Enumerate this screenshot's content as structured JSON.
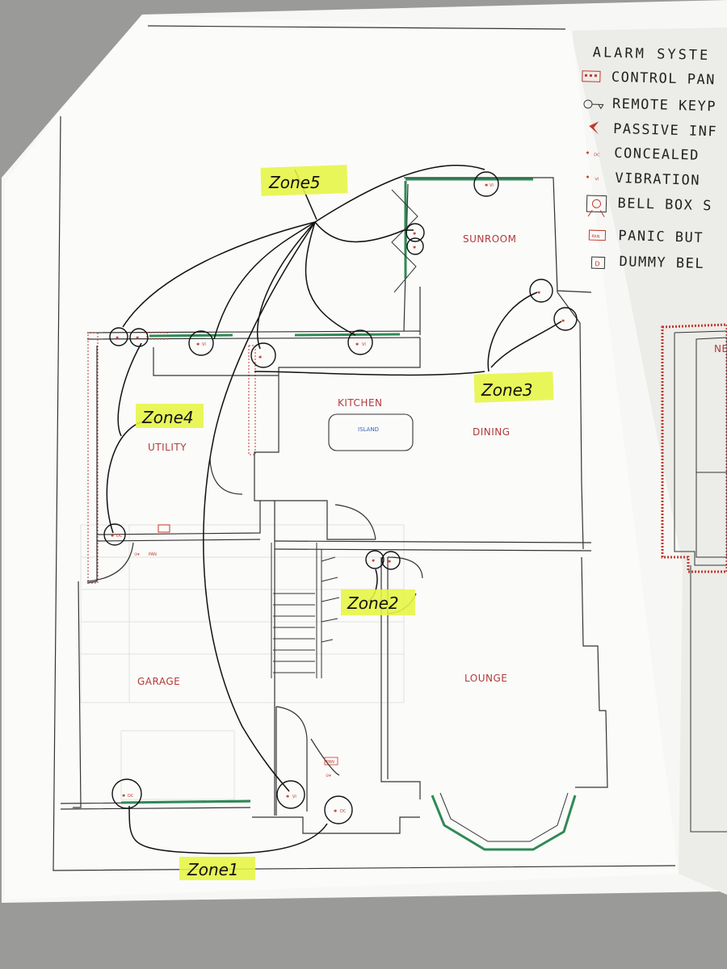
{
  "legend": {
    "title": "ALARM SYSTE",
    "items": [
      {
        "icon": "control-panel-icon",
        "label": "CONTROL PAN"
      },
      {
        "icon": "remote-keypad-icon",
        "label": "REMOTE KEYP"
      },
      {
        "icon": "passive-infrared-icon",
        "label": "PASSIVE INF"
      },
      {
        "icon": "concealed-contact-icon",
        "label": "CONCEALED"
      },
      {
        "icon": "vibration-sensor-icon",
        "label": "VIBRATION"
      },
      {
        "icon": "bell-box-icon",
        "label": "BELL BOX S"
      },
      {
        "icon": "panic-button-icon",
        "label": "PANIC BUT"
      },
      {
        "icon": "dummy-bell-icon",
        "label": "DUMMY BEL"
      }
    ]
  },
  "symbols": {
    "pan": "PAN",
    "dummy": "D",
    "dc": "DC",
    "vi": "VI"
  },
  "rooms": {
    "sunroom": "SUNROOM",
    "kitchen": "KITCHEN",
    "island": "ISLAND",
    "dining": "DINING",
    "utility": "UTILITY",
    "garage": "GARAGE",
    "lounge": "LOUNGE",
    "ne": "NE"
  },
  "zones": {
    "zone1": "Zone1",
    "zone2": "Zone2",
    "zone3": "Zone3",
    "zone4": "Zone4",
    "zone5": "Zone5"
  },
  "colors": {
    "highlighter": "#e6f542",
    "symbol_red": "#c0392b",
    "glazing_green": "#2f8a55",
    "paper": "#fbfbfa",
    "table_gray": "#e2e2e0"
  }
}
